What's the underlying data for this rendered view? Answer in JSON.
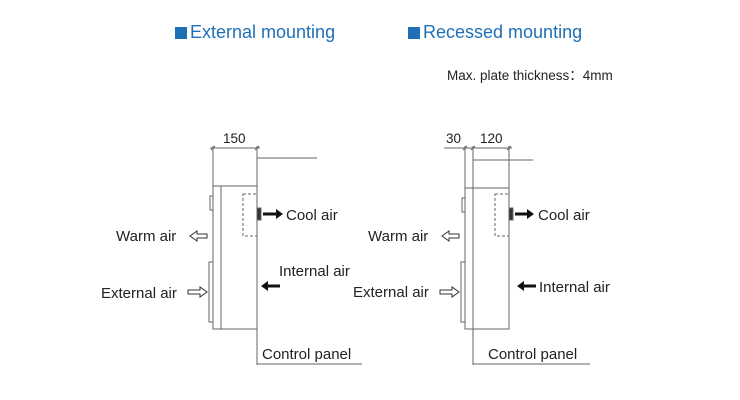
{
  "headings": {
    "external": "External mounting",
    "recessed": "Recessed mounting"
  },
  "note": "Max. plate thickness：4mm",
  "external": {
    "dim_depth": "150",
    "cool_air": "Cool air",
    "warm_air": "Warm air",
    "internal_air": "Internal air",
    "external_air": "External air",
    "control_panel": "Control panel"
  },
  "recessed": {
    "dim_outside": "30",
    "dim_inside": "120",
    "cool_air": "Cool air",
    "warm_air": "Warm air",
    "internal_air": "Internal air",
    "external_air": "External air",
    "control_panel": "Control panel"
  },
  "colors": {
    "accent": "#1f6fb6",
    "line": "#555555",
    "text": "#222222"
  }
}
